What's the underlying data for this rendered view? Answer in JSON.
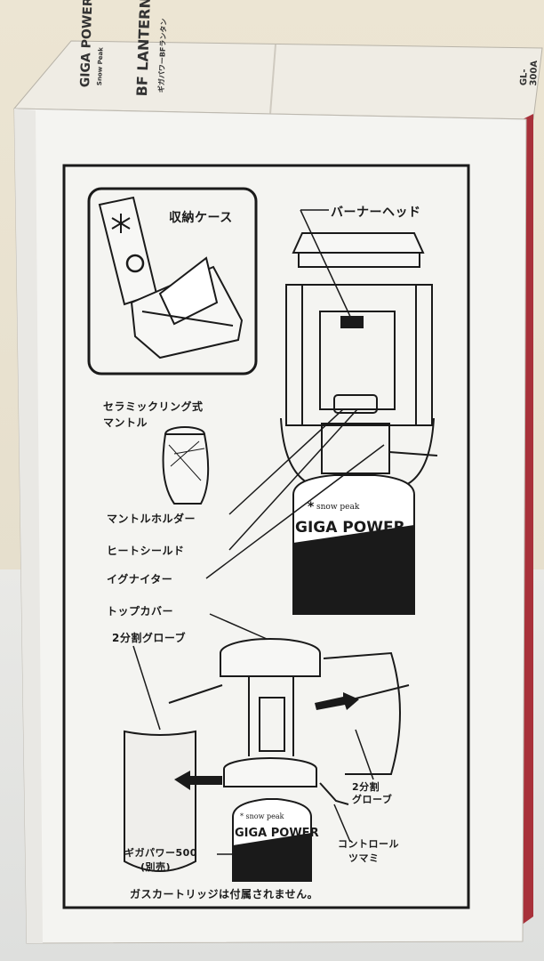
{
  "box": {
    "top_brand_line1": "GIGA POWER",
    "top_brand_line2": "BF LANTERN",
    "top_brand_small": "ギガパワーBFランタン",
    "top_maker": "Snow Peak",
    "top_code": "GL-300A"
  },
  "labels": {
    "case": "収納ケース",
    "burner_head": "バーナーヘッド",
    "mantle_line1": "セラミックリング式",
    "mantle_line2": "マントル",
    "mantle_holder": "マントルホルダー",
    "heat_shield": "ヒートシールド",
    "igniter": "イグナイター",
    "top_cover": "トップカバー",
    "globe_left": "2分割グローブ",
    "globe_right_line1": "2分割",
    "globe_right_line2": "グローブ",
    "control_line1": "コントロール",
    "control_line2": "ツマミ",
    "cartridge_line1": "ギガパワー500",
    "cartridge_line2": "(別売)",
    "note": "ガスカートリッジは付属されません。"
  },
  "canister": {
    "brand_small": "snow peak",
    "brand_large_giga": "GIGA",
    "brand_large_power": "POWER"
  },
  "colors": {
    "box_side": "#f4f4f2",
    "box_top": "#efece5",
    "red_edge": "#a8313a",
    "ink": "#1a1a1a"
  }
}
